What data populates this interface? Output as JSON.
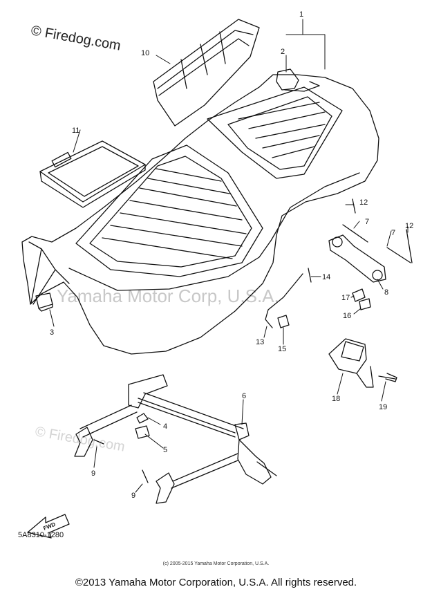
{
  "watermarks": {
    "firedog_top": "© Firedog.com",
    "firedog_faint": "© Firedog.com",
    "yamaha_center": "Yamaha Motor Corp, U.S.A."
  },
  "diagram_code": "5A8310-1280",
  "small_copyright": "(c) 2005-2015 Yamaha Motor Corporation, U.S.A.",
  "footer_notice": "©2013 Yamaha Motor Corporation, U.S.A. All rights reserved.",
  "fwd_label": "FWD",
  "callouts": {
    "c1": "1",
    "c2": "2",
    "c3": "3",
    "c4": "4",
    "c5": "5",
    "c6": "6",
    "c7a": "7",
    "c7b": "7",
    "c8": "8",
    "c9a": "9",
    "c9b": "9",
    "c10": "10",
    "c11": "11",
    "c12a": "12",
    "c12b": "12",
    "c13": "13",
    "c14": "14",
    "c15": "15",
    "c16": "16",
    "c17": "17",
    "c18": "18",
    "c19": "19"
  },
  "colors": {
    "line": "#111111",
    "watermark": "#c8c8c8",
    "background": "#ffffff"
  }
}
